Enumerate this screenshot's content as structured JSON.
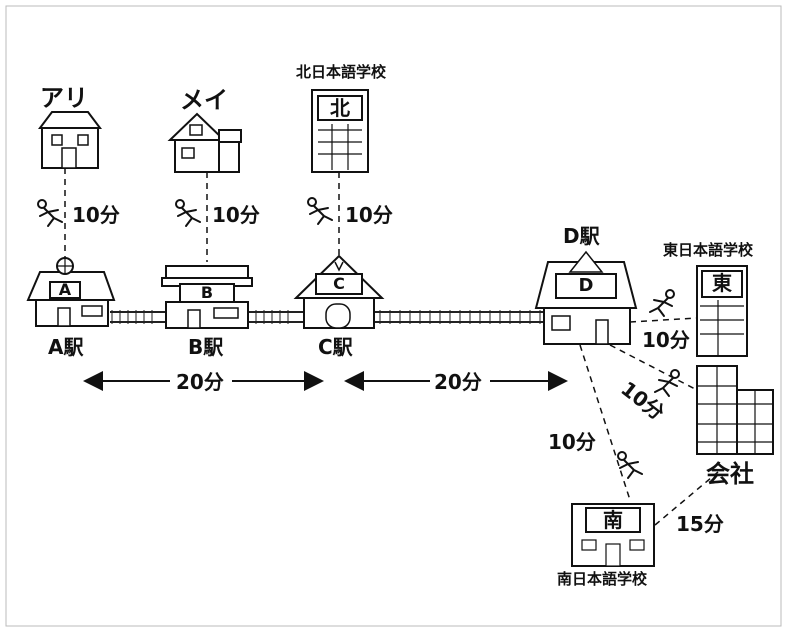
{
  "houses": {
    "ari": "アリ",
    "mei": "メイ"
  },
  "schools": {
    "north": {
      "name": "北日本語学校",
      "sign": "北"
    },
    "east": {
      "name": "東日本語学校",
      "sign": "東"
    },
    "south": {
      "name": "南日本語学校",
      "sign": "南"
    }
  },
  "company": "会社",
  "stations": {
    "a": {
      "sign": "A",
      "name": "A駅"
    },
    "b": {
      "sign": "B",
      "name": "B駅"
    },
    "c": {
      "sign": "C",
      "name": "C駅"
    },
    "d": {
      "sign": "D",
      "name": "D駅"
    }
  },
  "walk_times": {
    "ari_to_a": "10分",
    "mei_to_b": "10分",
    "north_to_c": "10分",
    "d_to_east": "10分",
    "d_to_company": "10分",
    "d_to_south": "10分",
    "south_to_company": "15分"
  },
  "train_times": {
    "a_to_c": "20分",
    "c_to_d": "20分"
  }
}
